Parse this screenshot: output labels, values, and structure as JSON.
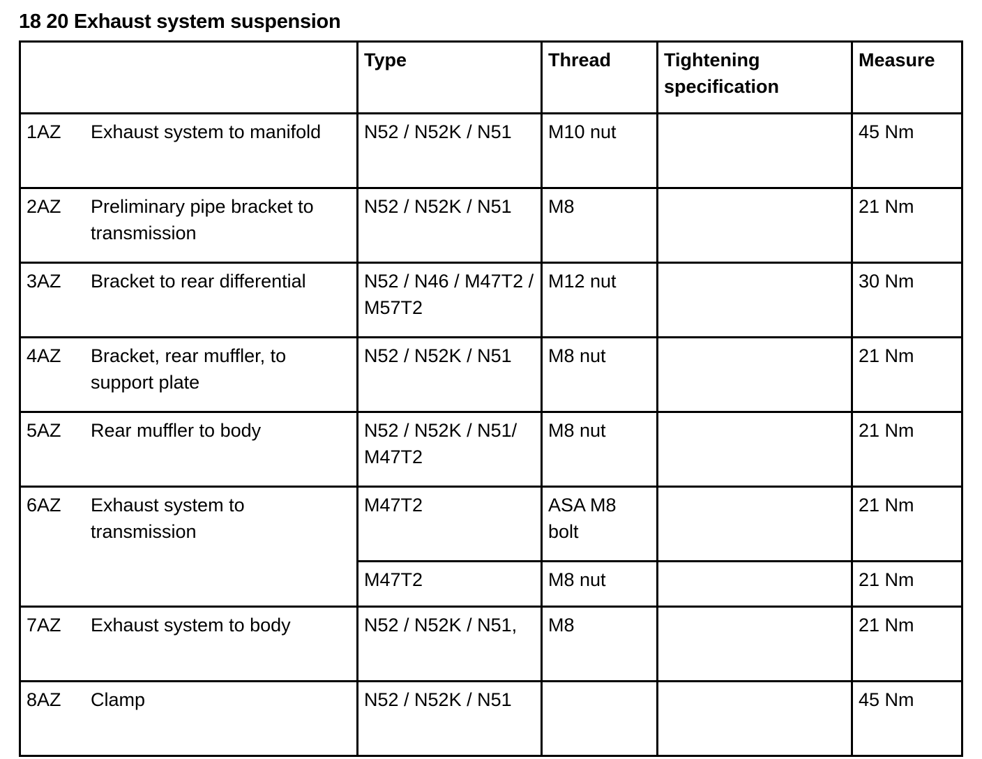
{
  "document": {
    "title": "18 20 Exhaust system suspension"
  },
  "table": {
    "columns": [
      {
        "key": "description",
        "header": ""
      },
      {
        "key": "type",
        "header": "Type"
      },
      {
        "key": "thread",
        "header": "Thread"
      },
      {
        "key": "tightening",
        "header": "Tightening specification"
      },
      {
        "key": "measure",
        "header": "Measure"
      }
    ],
    "rows": [
      {
        "index": "1AZ",
        "description": "Exhaust system to manifold",
        "type": "N52 / N52K / N51",
        "thread": "M10 nut",
        "tightening": "",
        "measure": "45 Nm"
      },
      {
        "index": "2AZ",
        "description": "Preliminary pipe bracket to transmission",
        "type": "N52 / N52K / N51",
        "thread": "M8",
        "tightening": "",
        "measure": "21 Nm"
      },
      {
        "index": "3AZ",
        "description": "Bracket to rear differential",
        "type": "N52 / N46 / M47T2 / M57T2",
        "thread": "M12 nut",
        "tightening": "",
        "measure": "30 Nm"
      },
      {
        "index": "4AZ",
        "description": "Bracket, rear muffler, to support plate",
        "type": "N52 / N52K / N51",
        "thread": "M8 nut",
        "tightening": "",
        "measure": "21 Nm"
      },
      {
        "index": "5AZ",
        "description": "Rear muffler to body",
        "type": "N52 / N52K / N51/ M47T2",
        "thread": "M8 nut",
        "tightening": "",
        "measure": "21 Nm"
      },
      {
        "index": "6AZ",
        "description": "Exhaust system to transmission",
        "type": "M47T2",
        "thread": "ASA M8 bolt",
        "tightening": "",
        "measure": "21 Nm"
      },
      {
        "index": "",
        "description": "",
        "type": "M47T2",
        "thread": "M8 nut",
        "tightening": "",
        "measure": "21 Nm"
      },
      {
        "index": "7AZ",
        "description": "Exhaust system to body",
        "type": "N52 / N52K / N51,",
        "thread": "M8",
        "tightening": "",
        "measure": "21 Nm"
      },
      {
        "index": "8AZ",
        "description": "Clamp",
        "type": "N52 / N52K / N51",
        "thread": "",
        "tightening": "",
        "measure": "45 Nm"
      }
    ]
  }
}
